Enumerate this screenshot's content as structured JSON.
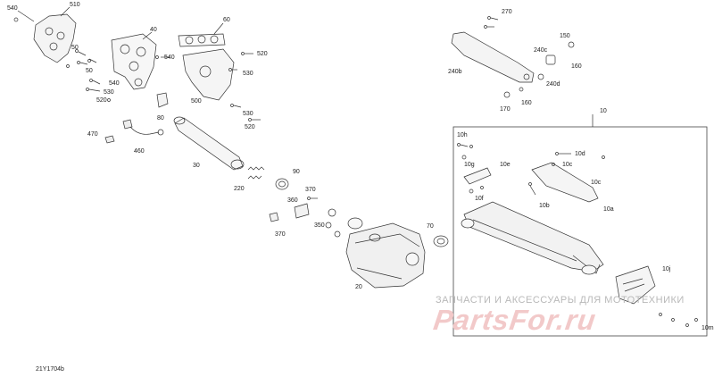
{
  "diagram_code": "21Y1704b",
  "watermark": {
    "line1": "ЗАПЧАСТИ И АКСЕССУАРЫ ДЛЯ МОТОТЕХНИКИ",
    "line2": "PartsFor.ru"
  },
  "callouts": {
    "c540a": "540",
    "c510": "510",
    "c40": "40",
    "c60": "60",
    "c50a": "50",
    "c50b": "50",
    "c540b": "540",
    "c520a": "520",
    "c530a": "530",
    "c540c": "540",
    "c530b": "530",
    "c520b": "520",
    "c500": "500",
    "c530c": "530",
    "c80": "80",
    "c520c": "520",
    "c470": "470",
    "c460": "460",
    "c30": "30",
    "c90": "90",
    "c220": "220",
    "c370a": "370",
    "c360": "360",
    "c350": "350",
    "c370b": "370",
    "c70": "70",
    "c20": "20",
    "c270": "270",
    "c150": "150",
    "c240c": "240c",
    "c160a": "160",
    "c240b": "240b",
    "c240d": "240d",
    "c170": "170",
    "c160b": "160",
    "c10": "10",
    "c10h": "10h",
    "c10g": "10g",
    "c10e": "10e",
    "c10d": "10d",
    "c10c_a": "10c",
    "c10c_b": "10c",
    "c10f": "10f",
    "c10b": "10b",
    "c10a": "10a",
    "c10j": "10j",
    "c10m": "10m"
  }
}
